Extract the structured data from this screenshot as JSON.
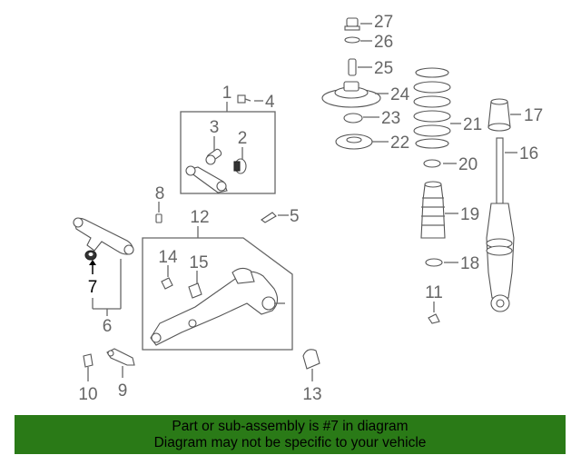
{
  "banner": {
    "line1": "Part or sub-assembly is #7 in diagram",
    "line2": "Diagram may not be specific to your vehicle",
    "background": "#2a7a17"
  },
  "highlighted_part": "7",
  "callouts": [
    "1",
    "2",
    "3",
    "4",
    "5",
    "6",
    "7",
    "8",
    "9",
    "10",
    "11",
    "12",
    "13",
    "14",
    "15",
    "16",
    "17",
    "18",
    "19",
    "20",
    "21",
    "22",
    "23",
    "24",
    "25",
    "26",
    "27"
  ]
}
